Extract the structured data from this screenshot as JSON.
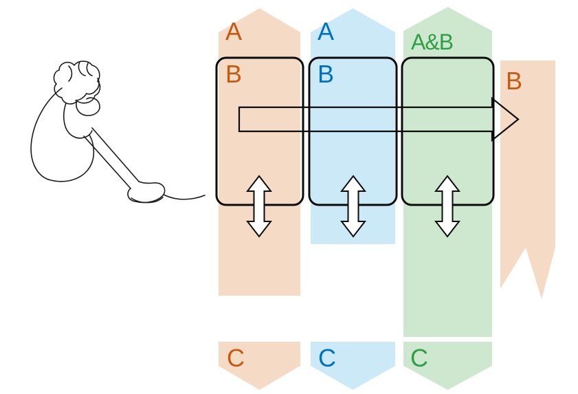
{
  "diagram": {
    "columns": [
      {
        "top_label": "A",
        "box_label": "B",
        "bottom_label": "C",
        "band_color": "#F5DAC6",
        "text_color": "#C55A11"
      },
      {
        "top_label": "A",
        "box_label": "B",
        "bottom_label": "C",
        "band_color": "#CBE9F7",
        "text_color": "#0070C0"
      },
      {
        "top_label": "A&B",
        "bottom_label": "C",
        "band_color": "#CDE8CF",
        "text_color": "#2F9E44"
      }
    ],
    "right_band": {
      "label": "B",
      "band_color": "#F5DAC6",
      "text_color": "#C55A11"
    },
    "outline_color": "#000000",
    "icons": {
      "horizontal_arrow": "right-arrow-outline",
      "vertical_arrow": "up-down-arrow-outline",
      "person_figure": "seated-person-single-line-drawing"
    }
  }
}
